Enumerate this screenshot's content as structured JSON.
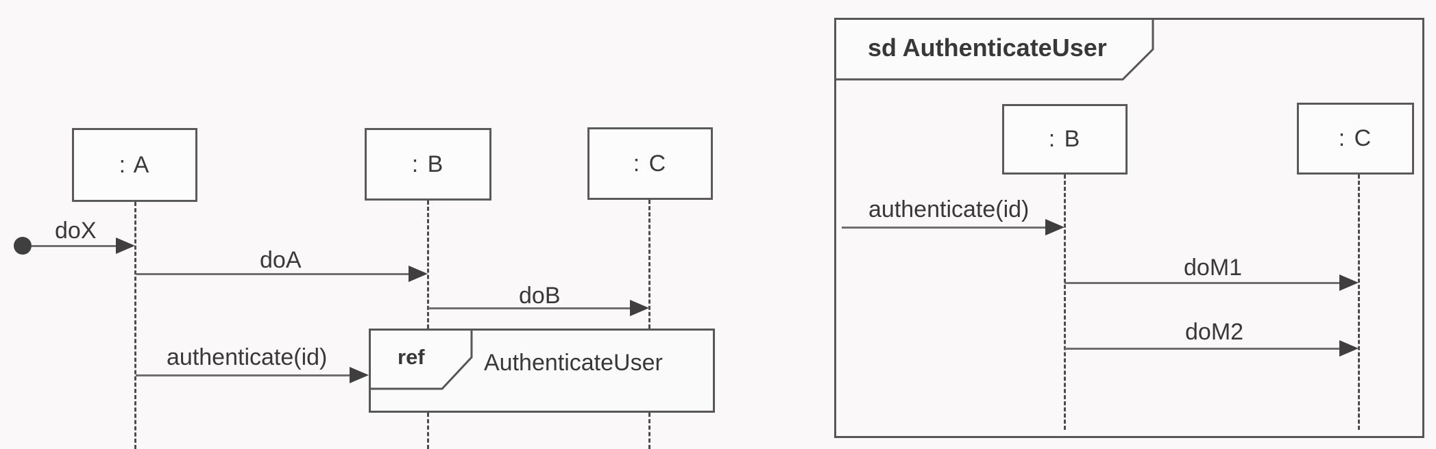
{
  "left_diagram": {
    "participants": [
      {
        "label": ": A"
      },
      {
        "label": ": B"
      },
      {
        "label": ": C"
      }
    ],
    "messages": [
      {
        "label": "doX"
      },
      {
        "label": "doA"
      },
      {
        "label": "doB"
      },
      {
        "label": "authenticate(id)"
      }
    ],
    "ref_fragment": {
      "operator": "ref",
      "name": "AuthenticateUser"
    }
  },
  "right_diagram": {
    "frame_title": "sd AuthenticateUser",
    "participants": [
      {
        "label": ": B"
      },
      {
        "label": ": C"
      }
    ],
    "messages": [
      {
        "label": "authenticate(id)"
      },
      {
        "label": "doM1"
      },
      {
        "label": "doM2"
      }
    ]
  },
  "colors": {
    "ink": "#3f3f3f",
    "message_line": "#6e6e6e",
    "border": "#565656",
    "background": "#faf8f8"
  }
}
